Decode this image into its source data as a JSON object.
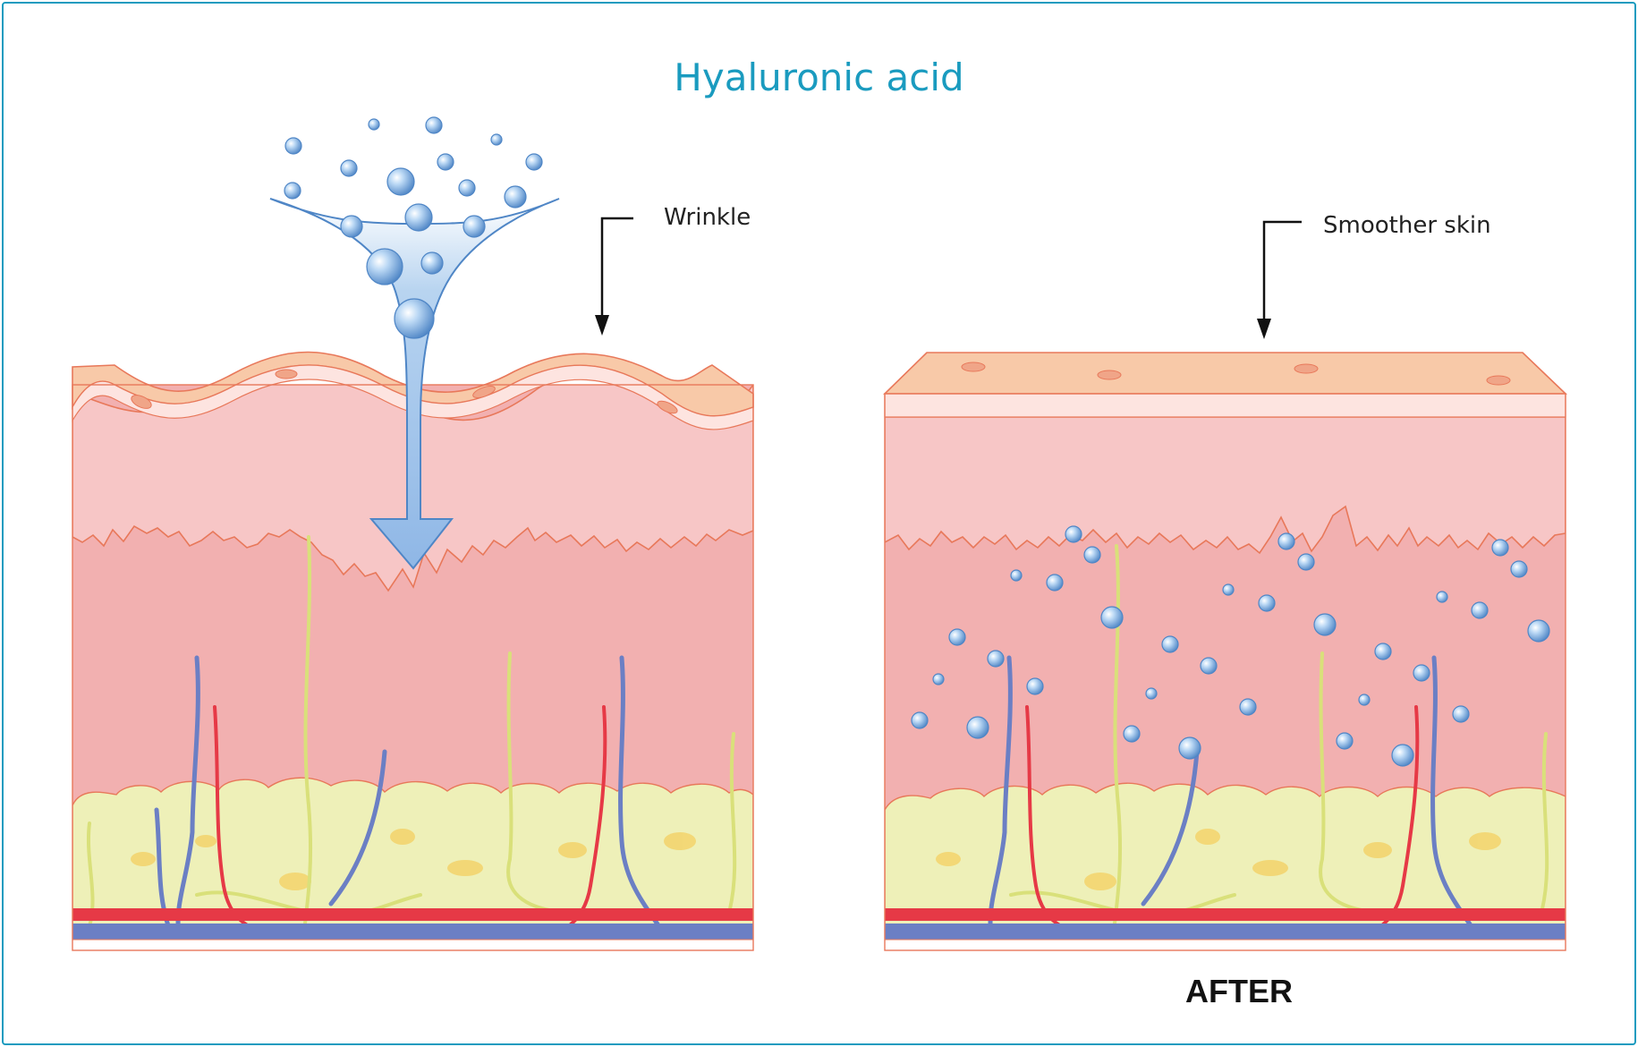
{
  "title": "Hyaluronic acid",
  "labels": {
    "wrinkle": "Wrinkle",
    "smoother_skin": "Smoother skin",
    "after": "AFTER"
  },
  "colors": {
    "frame": "#1a9bbf",
    "epidermis": "#f8c9a8",
    "papillary_dermis": "#f7c6c6",
    "reticular_dermis": "#f2b0b0",
    "fat": "#eef0b8",
    "artery": "#e63946",
    "vein": "#6b7fc4",
    "nerve": "#d9e07a",
    "hyaluronic_acid": "#9dc4ec"
  }
}
